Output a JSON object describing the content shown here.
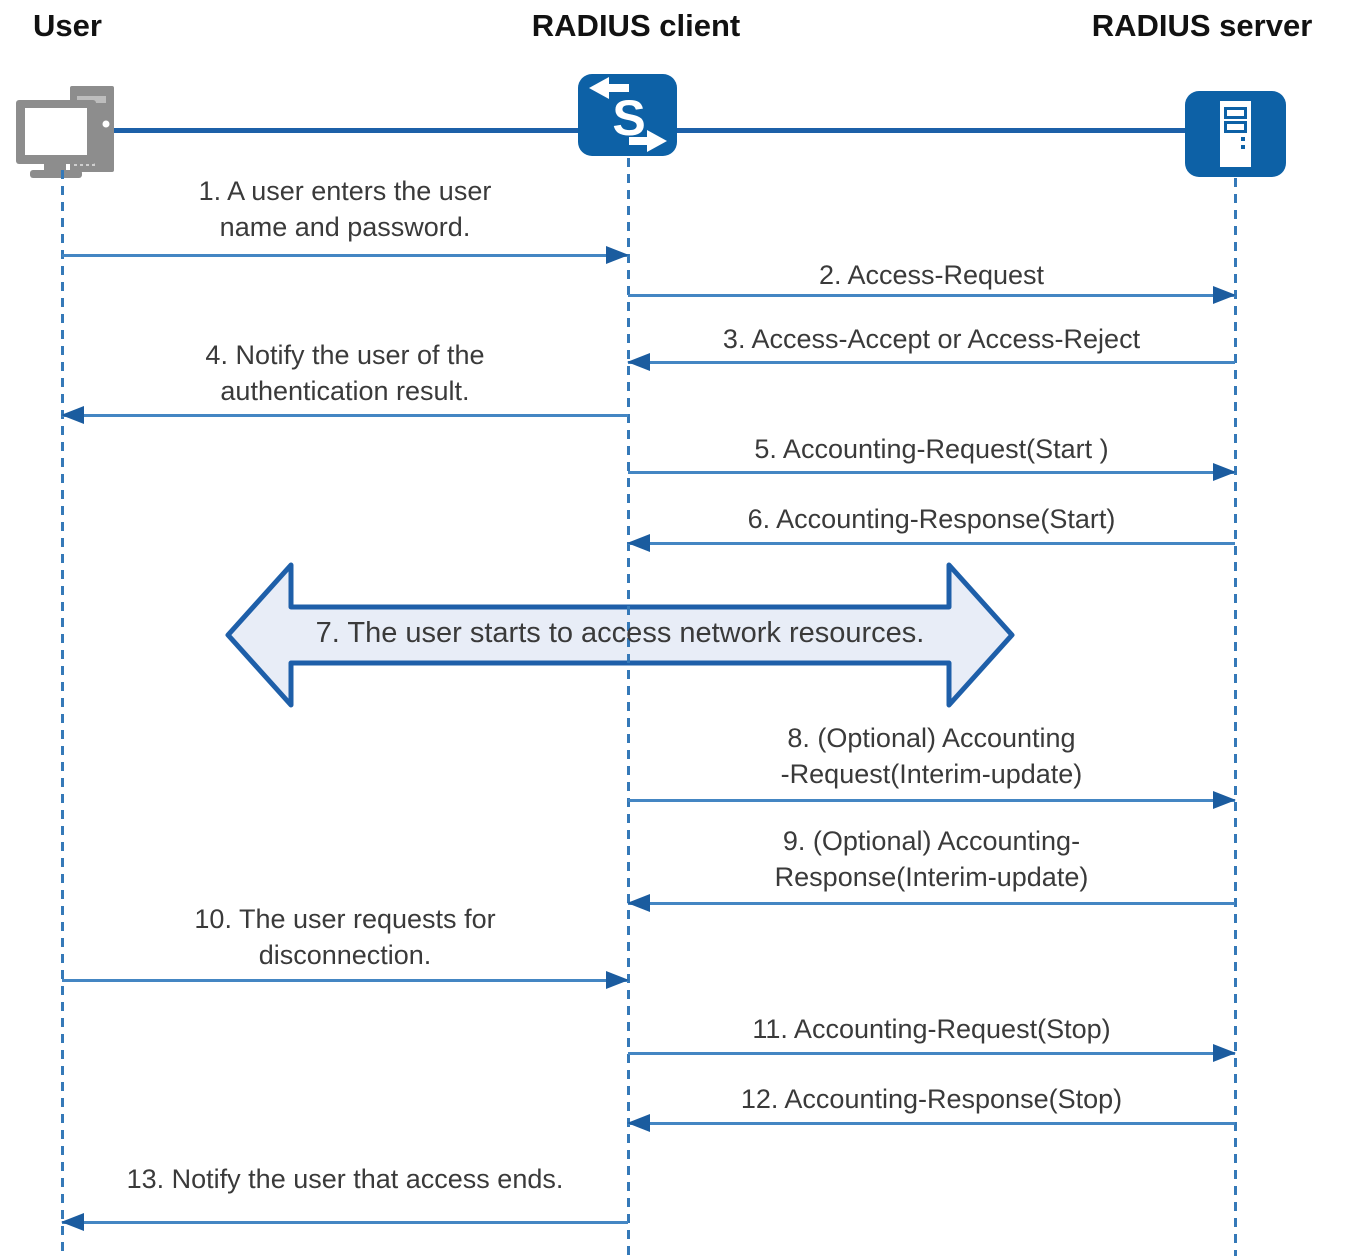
{
  "diagram": {
    "type": "sequence-diagram",
    "actors": {
      "user": {
        "label": "User",
        "icon": "desktop-computer-icon"
      },
      "client": {
        "label": "RADIUS client",
        "icon": "switch-icon",
        "icon_letter": "S"
      },
      "server": {
        "label": "RADIUS server",
        "icon": "server-icon"
      }
    },
    "messages": [
      {
        "number": 1,
        "from": "user",
        "to": "client",
        "lines": [
          "1. A user enters the user",
          "name and password."
        ]
      },
      {
        "number": 2,
        "from": "client",
        "to": "server",
        "lines": [
          "2. Access-Request"
        ]
      },
      {
        "number": 3,
        "from": "server",
        "to": "client",
        "lines": [
          "3. Access-Accept or Access-Reject"
        ]
      },
      {
        "number": 4,
        "from": "client",
        "to": "user",
        "lines": [
          "4. Notify the user of the",
          "authentication result."
        ]
      },
      {
        "number": 5,
        "from": "client",
        "to": "server",
        "lines": [
          "5. Accounting-Request(Start )"
        ]
      },
      {
        "number": 6,
        "from": "server",
        "to": "client",
        "lines": [
          "6. Accounting-Response(Start)"
        ]
      },
      {
        "number": 8,
        "from": "client",
        "to": "server",
        "lines": [
          "8. (Optional) Accounting",
          "-Request(Interim-update)"
        ]
      },
      {
        "number": 9,
        "from": "server",
        "to": "client",
        "lines": [
          "9. (Optional) Accounting-",
          "Response(Interim-update)"
        ]
      },
      {
        "number": 10,
        "from": "user",
        "to": "client",
        "lines": [
          "10. The user requests for",
          "disconnection."
        ]
      },
      {
        "number": 11,
        "from": "client",
        "to": "server",
        "lines": [
          "11. Accounting-Request(Stop)"
        ]
      },
      {
        "number": 12,
        "from": "server",
        "to": "client",
        "lines": [
          "12. Accounting-Response(Stop)"
        ]
      },
      {
        "number": 13,
        "from": "client",
        "to": "user",
        "lines": [
          "13. Notify the user that access ends."
        ]
      }
    ],
    "band": {
      "number": 7,
      "direction": "both",
      "label": "7. The user starts to access network resources."
    },
    "colors": {
      "icon_blue": "#0d61a6",
      "connector_blue": "#1c60a8",
      "message_line_blue": "#4486c3",
      "arrowhead_blue": "#1b5c9f",
      "lifeline_blue": "#3579b8",
      "band_fill": "#e8edf7",
      "band_border": "#1e5fa9",
      "text_gray": "#3a3a3a",
      "heading_black": "#121212",
      "computer_gray": "#8d8d8d"
    }
  }
}
